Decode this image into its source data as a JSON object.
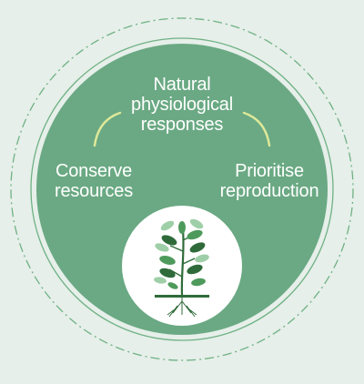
{
  "diagram": {
    "center_label": "Natural\nphysiological\nresponses",
    "left_label": "Conserve\nresources",
    "right_label": "Prioritise\nreproduction",
    "colors": {
      "background": "#e6efe9",
      "outer_ring": "#6fb185",
      "main_circle": "#6aa983",
      "arc_accent": "#dde89a",
      "plant_dark": "#2f6b3a",
      "plant_mid": "#4e9a5c",
      "plant_light": "#9fcfa8",
      "plant_circle": "#ffffff"
    },
    "icon": "plant-with-roots-icon"
  }
}
